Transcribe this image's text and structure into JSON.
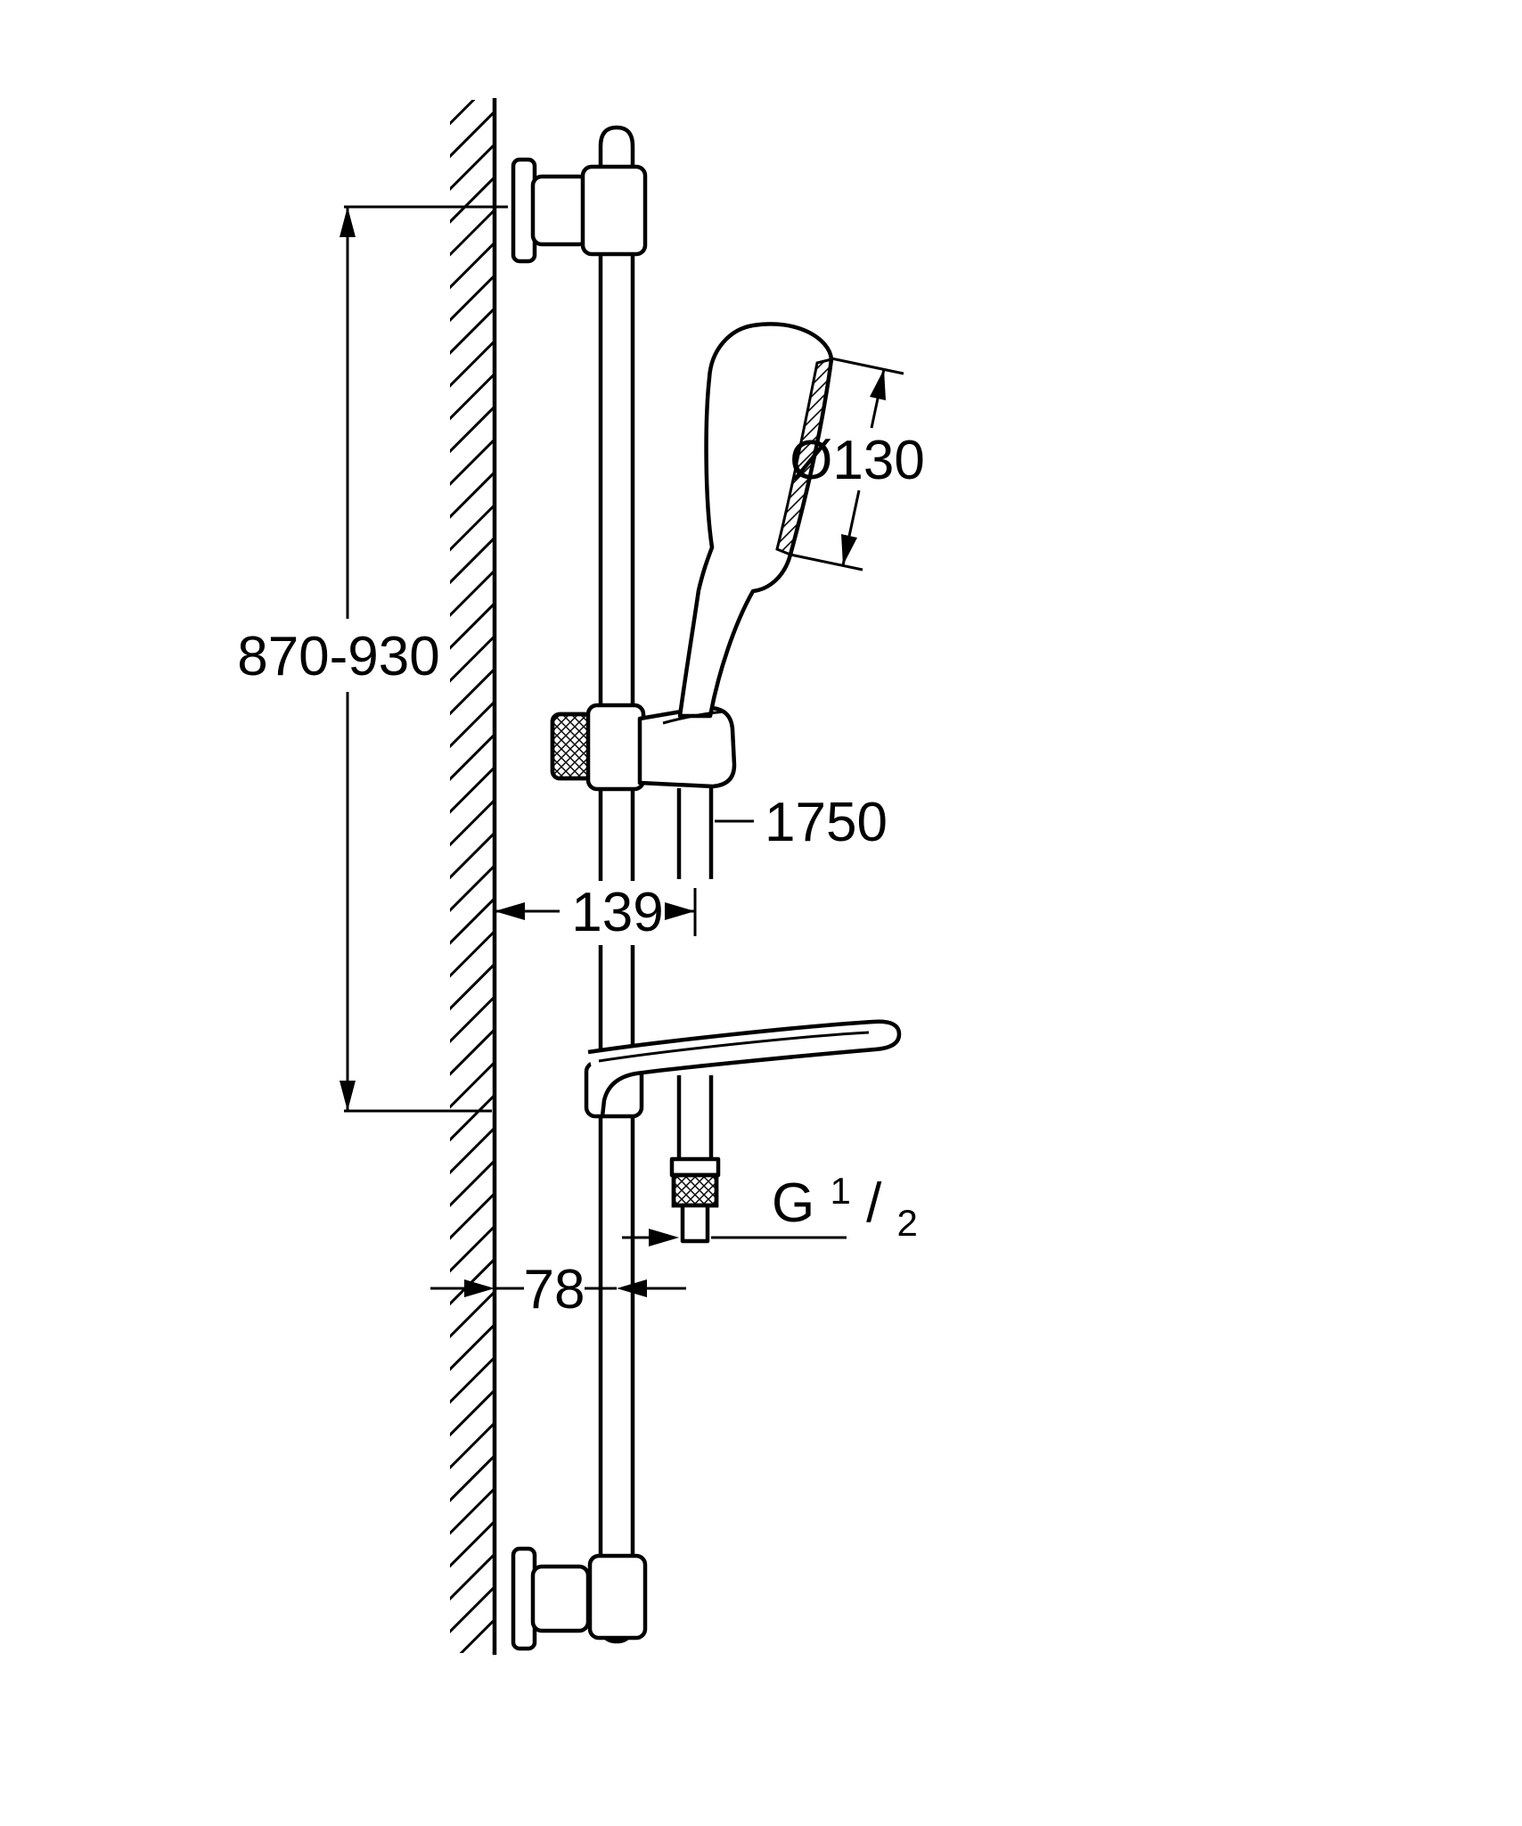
{
  "dimensions": {
    "rail_height": "870-930",
    "head_diameter": "Ø130",
    "hose_length": "1750",
    "wall_to_hose_center": "139",
    "wall_to_rail_center": "78",
    "thread_label": {
      "prefix": "G",
      "numerator": "1",
      "slash": "/",
      "denominator": "2"
    }
  },
  "colors": {
    "line": "#000000",
    "background": "#ffffff"
  }
}
